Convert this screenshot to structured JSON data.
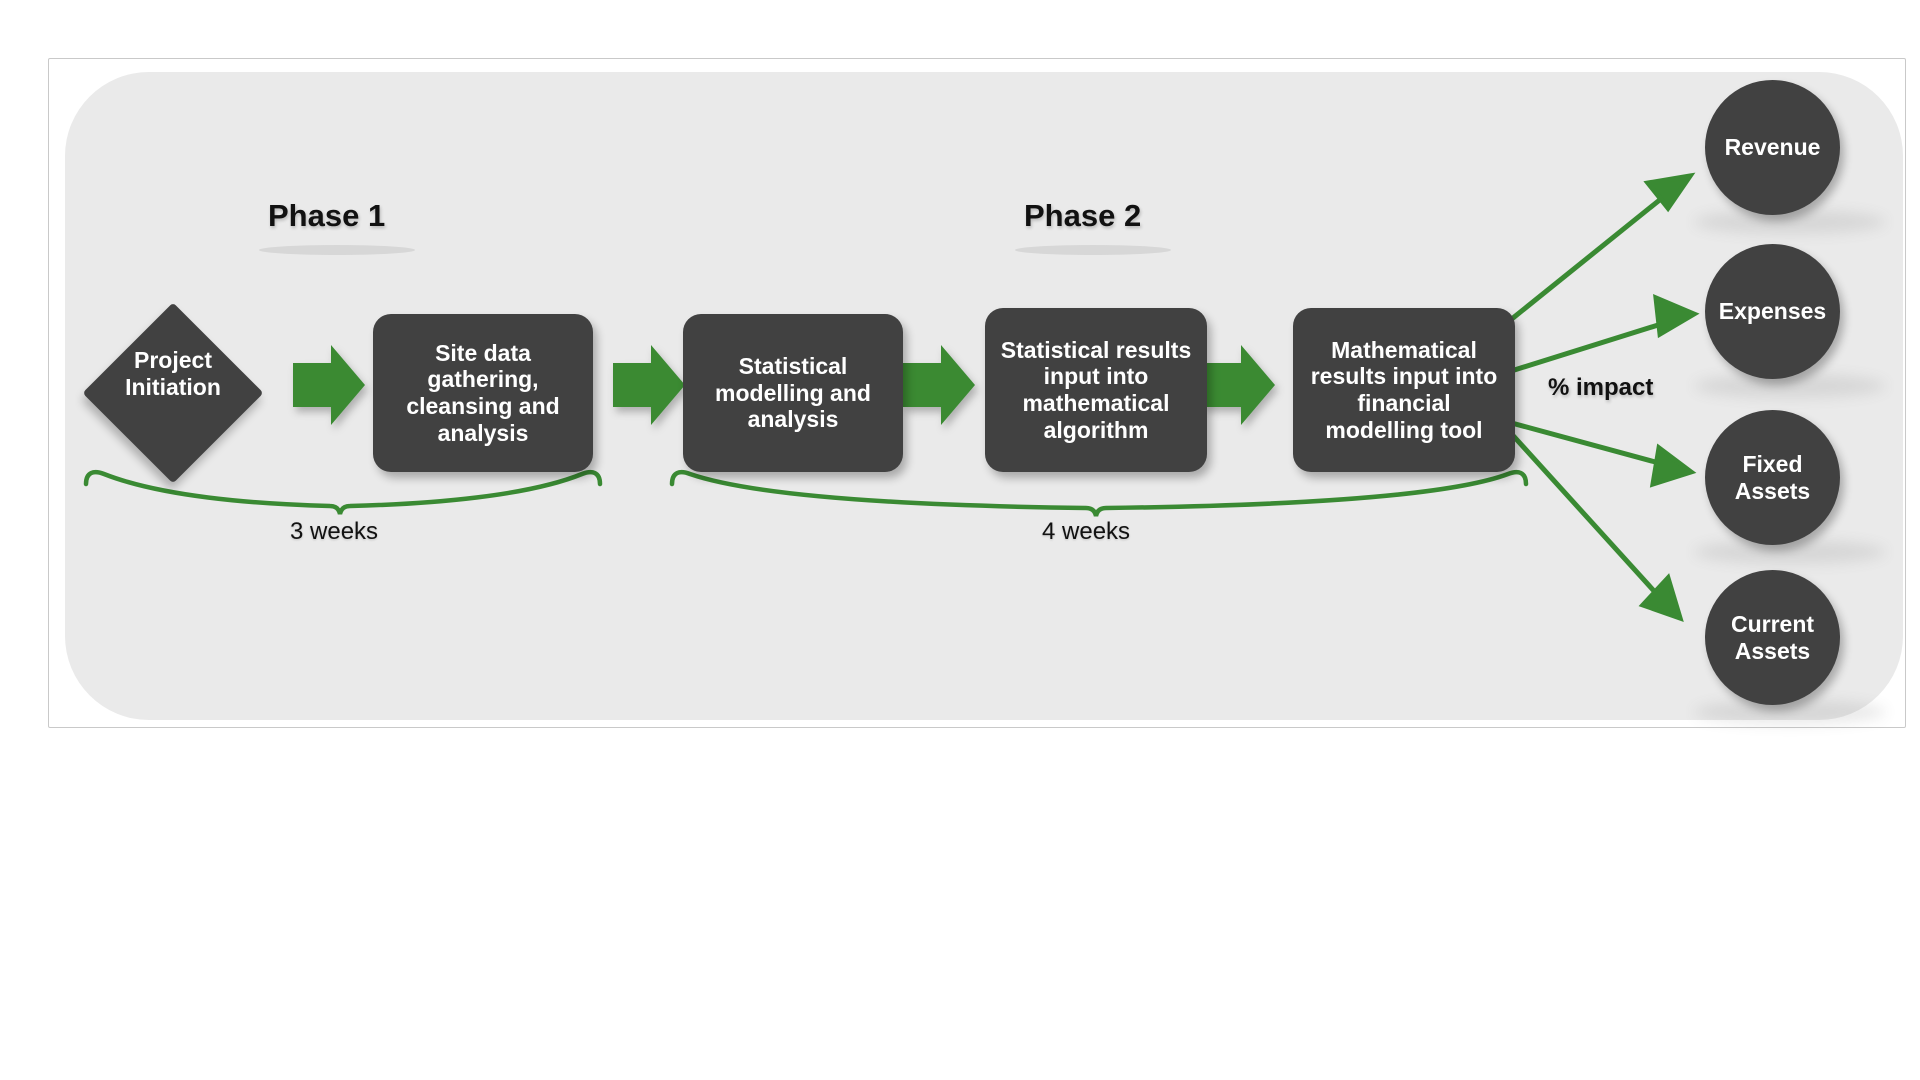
{
  "diagram": {
    "title_hidden": "",
    "colors": {
      "node_fill": "#414141",
      "node_text": "#ffffff",
      "accent_green": "#3a8a33",
      "canvas_bg": "#eaeaea",
      "frame_border": "#c9c9c9",
      "page_bg": "#ffffff"
    },
    "phases": [
      {
        "label": "Phase 1"
      },
      {
        "label": "Phase 2"
      }
    ],
    "start_node": {
      "label": "Project\nInitiation",
      "line1": "Project",
      "line2": "Initiation",
      "shape": "diamond"
    },
    "process_steps": [
      {
        "id": "step-site-data",
        "text": "Site data gathering, cleansing and analysis"
      },
      {
        "id": "step-statistical-modelling",
        "text": "Statistical modelling and analysis"
      },
      {
        "id": "step-statistical-results",
        "text": "Statistical results input into mathematical algorithm"
      },
      {
        "id": "step-mathematical-results",
        "text": "Mathematical results input into financial modelling tool"
      }
    ],
    "durations": [
      {
        "id": "phase-1-duration",
        "label": "3 weeks"
      },
      {
        "id": "phase-2-duration",
        "label": "4 weeks"
      }
    ],
    "impact_label": "% impact",
    "outputs": [
      {
        "id": "output-revenue",
        "label": "Revenue"
      },
      {
        "id": "output-expenses",
        "label": "Expenses"
      },
      {
        "id": "output-fixed-assets",
        "label": "Fixed\nAssets",
        "line1": "Fixed",
        "line2": "Assets"
      },
      {
        "id": "output-current-assets",
        "label": "Current\nAssets",
        "line1": "Current",
        "line2": "Assets"
      }
    ],
    "flow_arrow_count": 4,
    "impact_arrow_count": 4
  }
}
